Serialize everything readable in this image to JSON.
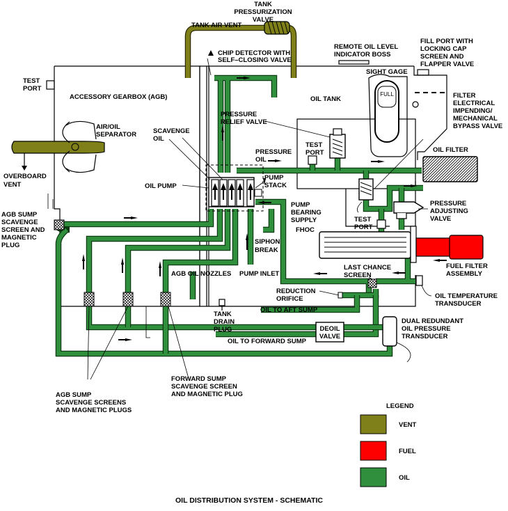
{
  "title": "OIL DISTRIBUTION SYSTEM - SCHEMATIC",
  "colors": {
    "vent": "#80801a",
    "fuel": "#ff0000",
    "oil": "#2f8f3d"
  },
  "labels": {
    "tank_pressurization_valve_1": "TANK",
    "tank_pressurization_valve_2": "PRESSURIZATION",
    "tank_pressurization_valve_3": "VALVE",
    "tank_air_vent": "TANK AIR VENT",
    "chip_detector_1": "CHIP DETECTOR WITH",
    "chip_detector_2": "SELF–CLOSING VALVE",
    "remote_oil_level_1": "REMOTE OIL LEVEL",
    "remote_oil_level_2": "INDICATOR BOSS",
    "fill_port_1": "FILL PORT WITH",
    "fill_port_2": "LOCKING CAP",
    "fill_port_3": "SCREEN AND",
    "fill_port_4": "FLAPPER VALVE",
    "test_port_left_1": "TEST",
    "test_port_left_2": "PORT",
    "accessory_gearbox": "ACCESSORY GEARBOX (AGB)",
    "oil_tank": "OIL TANK",
    "sight_gage": "SIGHT GAGE",
    "full": "FULL",
    "filter_bypass_1": "FILTER",
    "filter_bypass_2": "ELECTRICAL",
    "filter_bypass_3": "IMPENDING/",
    "filter_bypass_4": "MECHANICAL",
    "filter_bypass_5": "BYPASS VALVE",
    "air_oil_separator_1": "AIR/OIL",
    "air_oil_separator_2": "SEPARATOR",
    "pressure_relief_1": "PRESSURE",
    "pressure_relief_2": "RELIEF VALVE",
    "scavenge_oil_1": "SCAVENGE",
    "scavenge_oil_2": "OIL",
    "test_port_mid_1": "TEST",
    "test_port_mid_2": "PORT",
    "pressure_oil_1": "PRESSURE",
    "pressure_oil_2": "OIL",
    "oil_filter": "OIL FILTER",
    "overboard_vent_1": "OVERBOARD",
    "overboard_vent_2": "VENT",
    "oil_pump": "OIL PUMP",
    "pump_stack_1": "PUMP",
    "pump_stack_2": "STACK",
    "pressure_adjusting_1": "PRESSURE",
    "pressure_adjusting_2": "ADJUSTING",
    "pressure_adjusting_3": "VALVE",
    "agb_sump_1": "AGB SUMP",
    "agb_sump_2": "SCAVENGE",
    "agb_sump_3": "SCREEN AND",
    "agb_sump_4": "MAGNETIC",
    "agb_sump_5": "PLUG",
    "pump_bearing_1": "PUMP",
    "pump_bearing_2": "BEARING",
    "pump_bearing_3": "SUPPLY",
    "test_port_right_1": "TEST",
    "test_port_right_2": "PORT",
    "fhoc": "FHOC",
    "siphon_break_1": "SIPHON",
    "siphon_break_2": "BREAK",
    "last_chance_1": "LAST CHANCE",
    "last_chance_2": "SCREEN",
    "fuel_filter_1": "FUEL FILTER",
    "fuel_filter_2": "ASSEMBLY",
    "agb_oil_nozzles": "AGB OIL NOZZLES",
    "pump_inlet": "PUMP INLET",
    "reduction_orifice_1": "REDUCTION",
    "reduction_orifice_2": "ORIFICE",
    "oil_temp_1": "OIL TEMPERATURE",
    "oil_temp_2": "TRANSDUCER",
    "oil_to_aft_sump": "OIL TO AFT SUMP",
    "tank_drain_1": "TANK",
    "tank_drain_2": "DRAIN",
    "tank_drain_3": "PLUG",
    "deoil_1": "DEOIL",
    "deoil_2": "VALVE",
    "dual_redundant_1": "DUAL REDUNDANT",
    "dual_redundant_2": "OIL PRESSURE",
    "dual_redundant_3": "TRANSDUCER",
    "oil_to_forward_sump": "OIL TO FORWARD SUMP",
    "forward_sump_1": "FORWARD SUMP",
    "forward_sump_2": "SCAVENGE SCREEN",
    "forward_sump_3": "AND MAGNETIC PLUG",
    "agb_sump_screens_1": "AGB SUMP",
    "agb_sump_screens_2": "SCAVENGE SCREENS",
    "agb_sump_screens_3": "AND MAGNETIC PLUGS"
  },
  "legend": {
    "title": "LEGEND",
    "items": [
      {
        "label": "VENT",
        "color": "#80801a"
      },
      {
        "label": "FUEL",
        "color": "#ff0000"
      },
      {
        "label": "OIL",
        "color": "#2f8f3d"
      }
    ]
  }
}
